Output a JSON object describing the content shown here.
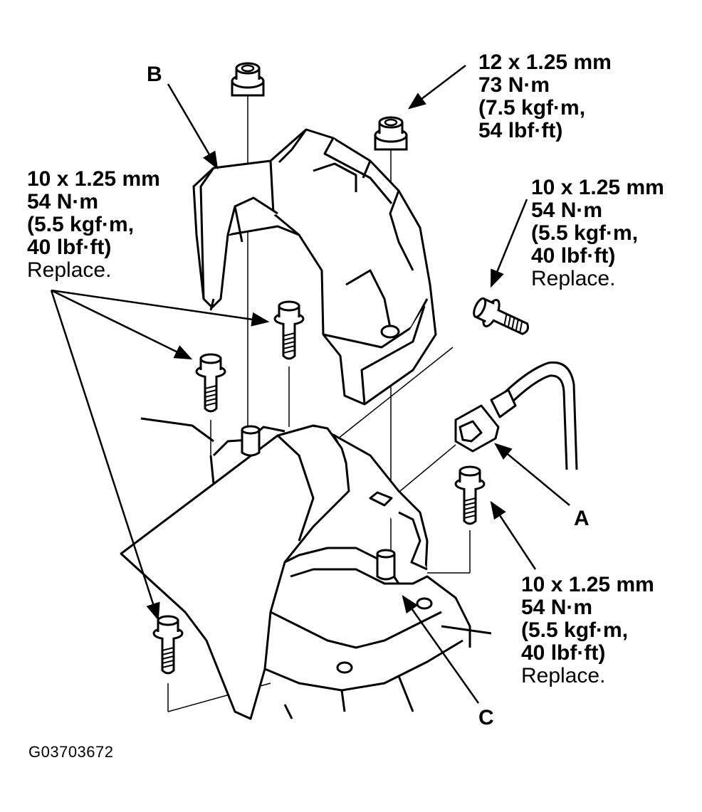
{
  "callouts": {
    "a": "A",
    "b": "B",
    "c": "C"
  },
  "specs": {
    "top_right": {
      "size": "12 x 1.25 mm",
      "torque_nm": "73 N·m",
      "torque_kgf": "(7.5 kgf·m,",
      "torque_lbf": "54 lbf·ft)"
    },
    "left": {
      "size": "10 x 1.25 mm",
      "torque_nm": "54 N·m",
      "torque_kgf": "(5.5 kgf·m,",
      "torque_lbf": "40 lbf·ft)",
      "note": "Replace."
    },
    "right_upper": {
      "size": "10 x 1.25 mm",
      "torque_nm": "54 N·m",
      "torque_kgf": "(5.5 kgf·m,",
      "torque_lbf": "40 lbf·ft)",
      "note": "Replace."
    },
    "right_lower": {
      "size": "10 x 1.25 mm",
      "torque_nm": "54 N·m",
      "torque_kgf": "(5.5 kgf·m,",
      "torque_lbf": "40 lbf·ft)",
      "note": "Replace."
    }
  },
  "figure_id": "G03703672",
  "colors": {
    "ink": "#000000",
    "paper": "#ffffff"
  }
}
